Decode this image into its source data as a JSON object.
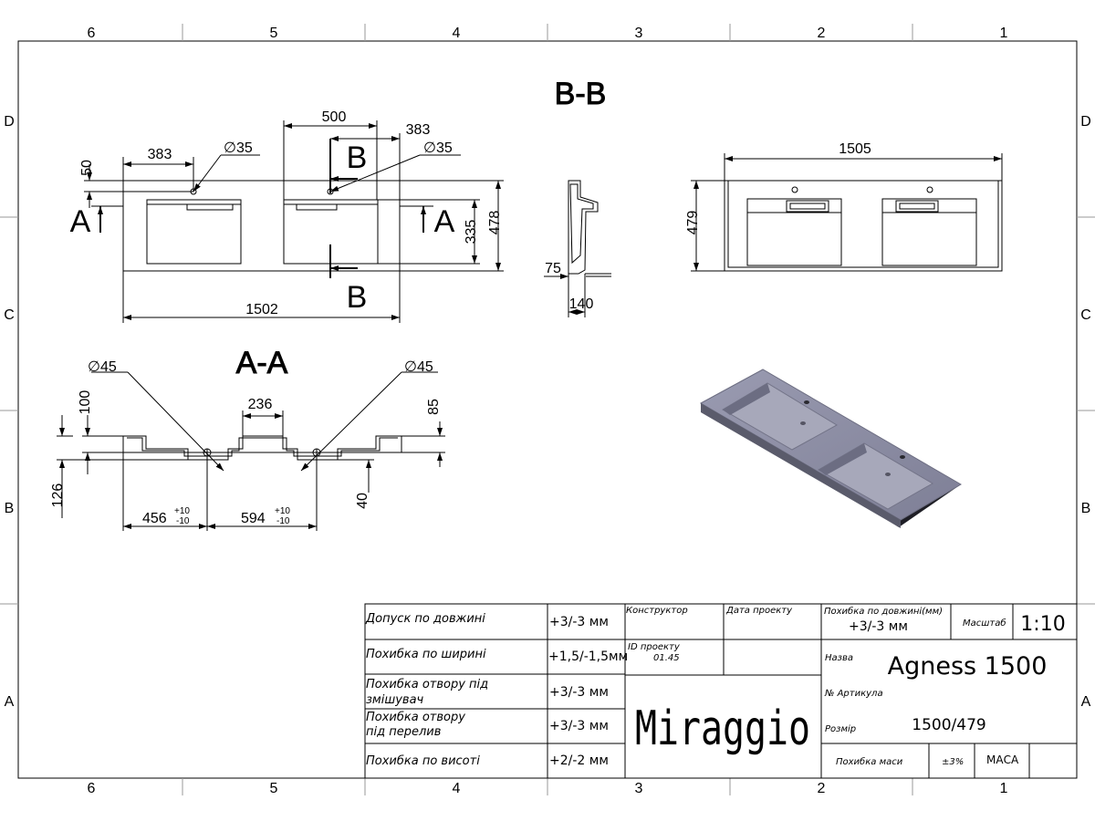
{
  "colors": {
    "ink": "#000000",
    "paper": "#ffffff",
    "render_top": "#8f90a6",
    "render_edge": "#3a3a44",
    "render_basin": "#a9aabb"
  },
  "zones": {
    "columns": [
      "6",
      "5",
      "4",
      "3",
      "2",
      "1"
    ],
    "rows": [
      "D",
      "C",
      "B",
      "A"
    ]
  },
  "views": {
    "section_bb": {
      "title": "B-B",
      "dims": {
        "width_top": "500",
        "left_offset": "383",
        "right_offset": "383",
        "hole_left": "35",
        "hole_right": "35",
        "edge": "50",
        "total": "1502",
        "depth_inner": "335",
        "depth_outer": "478"
      },
      "markers": {
        "a_left": "A",
        "a_right": "A",
        "b_top": "B",
        "b_bottom": "B"
      }
    },
    "side": {
      "dims": {
        "lip": "75",
        "thickness": "140"
      }
    },
    "top": {
      "dims": {
        "width": "1505",
        "depth": "479"
      }
    },
    "section_aa": {
      "title": "A-A",
      "dims": {
        "hole_left": "45",
        "hole_right": "45",
        "gap": "236",
        "h_left": "100",
        "h_right": "85",
        "h_total": "126",
        "drain": "40",
        "pos_left": "456",
        "pos_left_tol_up": "+10",
        "pos_left_tol_dn": "-10",
        "pos_right": "594",
        "pos_right_tol_up": "+10",
        "pos_right_tol_dn": "-10",
        "diam_symbol": "∅"
      }
    }
  },
  "title_block": {
    "rows": [
      {
        "label": "Допуск по довжині",
        "value": "+3/-3 мм"
      },
      {
        "label": "Похибка по ширині",
        "value": "+1,5/-1,5мм"
      },
      {
        "label": "Похибка отвору під змішувач",
        "value": "+3/-3 мм"
      },
      {
        "label": "Похибка отвору під перелив",
        "value": "+3/-3 мм"
      },
      {
        "label": "Похибка по висоті",
        "value": "+2/-2 мм"
      }
    ],
    "constructor_label": "Конструктор",
    "project_date_label": "Дата проекту",
    "project_id_label": "ID проекту",
    "project_id_value": "01.45",
    "brand": "Miraggio",
    "length_tol_label": "Похибка по довжині(мм)",
    "length_tol_value": "+3/-3 мм",
    "scale_label": "Масштаб",
    "scale_value": "1:10",
    "name_label": "Назва",
    "name_value": "Agness 1500",
    "article_label": "№ Артикула",
    "size_label": "Розмір",
    "size_value": "1500/479",
    "mass_tol_label": "Похибка маси",
    "mass_tol_value": "±3%",
    "mass_label": "МАСА"
  }
}
